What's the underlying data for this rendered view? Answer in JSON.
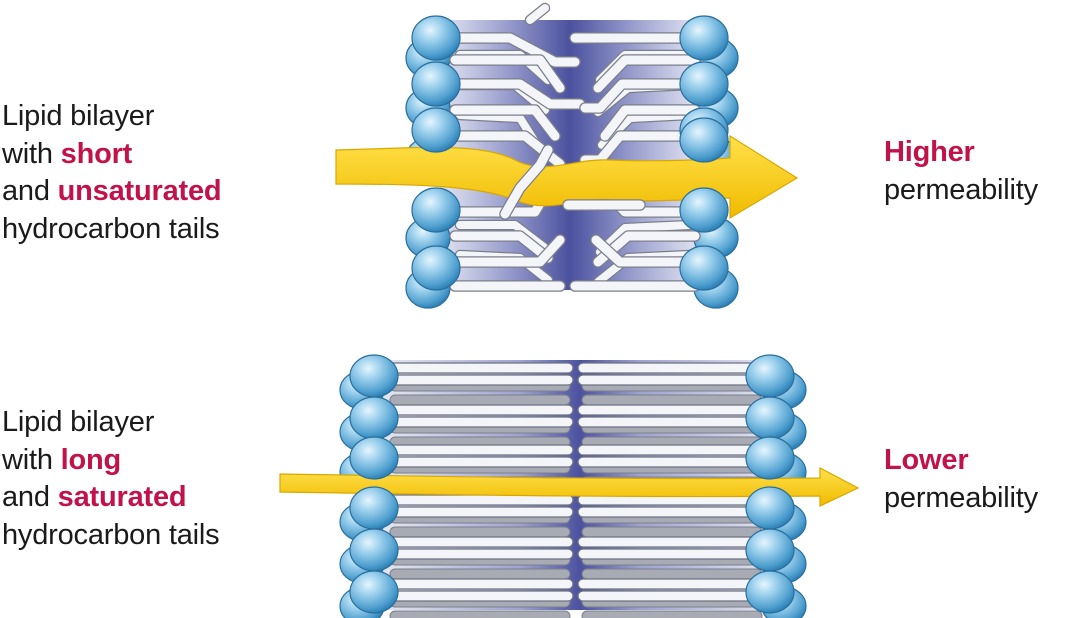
{
  "panels": [
    {
      "id": "top",
      "label_lines": [
        {
          "parts": [
            {
              "text": "Lipid bilayer",
              "hl": false
            }
          ]
        },
        {
          "parts": [
            {
              "text": "with ",
              "hl": false
            },
            {
              "text": "short",
              "hl": true
            }
          ]
        },
        {
          "parts": [
            {
              "text": "and ",
              "hl": false
            },
            {
              "text": "unsaturated",
              "hl": true
            }
          ]
        },
        {
          "parts": [
            {
              "text": "hydrocarbon tails",
              "hl": false
            }
          ]
        }
      ],
      "result_emphasis": "Higher",
      "result_rest": "permeability",
      "tail_type": "short-unsaturated"
    },
    {
      "id": "bottom",
      "label_lines": [
        {
          "parts": [
            {
              "text": "Lipid bilayer",
              "hl": false
            }
          ]
        },
        {
          "parts": [
            {
              "text": "with ",
              "hl": false
            },
            {
              "text": "long",
              "hl": true
            }
          ]
        },
        {
          "parts": [
            {
              "text": "and ",
              "hl": false
            },
            {
              "text": "saturated",
              "hl": true
            }
          ]
        },
        {
          "parts": [
            {
              "text": "hydrocarbon tails",
              "hl": false
            }
          ]
        }
      ],
      "result_emphasis": "Lower",
      "result_rest": "permeability",
      "tail_type": "long-saturated"
    }
  ],
  "colors": {
    "highlight": "#c2124a",
    "text": "#1a1a1a",
    "head_light": "#bfe2f5",
    "head_mid": "#6cb4dc",
    "head_dark": "#2d7fb4",
    "core": "#5a5fa8",
    "arrow": "#f5c800",
    "arrow_edge": "#d9a800"
  }
}
